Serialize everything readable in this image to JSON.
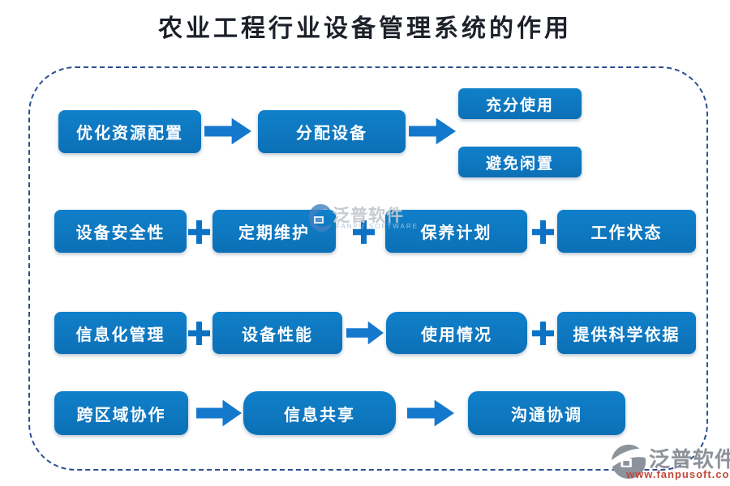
{
  "title": "农业工程行业设备管理系统的作用",
  "flow": {
    "row1": {
      "box1": "优化资源配置",
      "box2": "分配设备",
      "out_top": "充分使用",
      "out_bottom": "避免闲置"
    },
    "row2": {
      "box1": "设备安全性",
      "box2": "定期维护",
      "box3": "保养计划",
      "box4": "工作状态"
    },
    "row3": {
      "box1": "信息化管理",
      "box2": "设备性能",
      "box3": "使用情况",
      "box4": "提供科学依据"
    },
    "row4": {
      "box1": "跨区域协作",
      "box2": "信息共享",
      "box3": "沟通协调"
    }
  },
  "watermark": {
    "brand": "泛普软件",
    "brand_en": "FANPU SOFTWARE"
  },
  "logo": {
    "brand": "泛普软件",
    "url": "www.fanpusoft.com"
  },
  "colors": {
    "box_blue": "#0d76c0",
    "connector_blue": "#1478cd",
    "frame_navy": "#2e4f92",
    "title_dark": "#1d2129",
    "logo_gray": "#8d929a",
    "url_red": "#c2473a"
  }
}
